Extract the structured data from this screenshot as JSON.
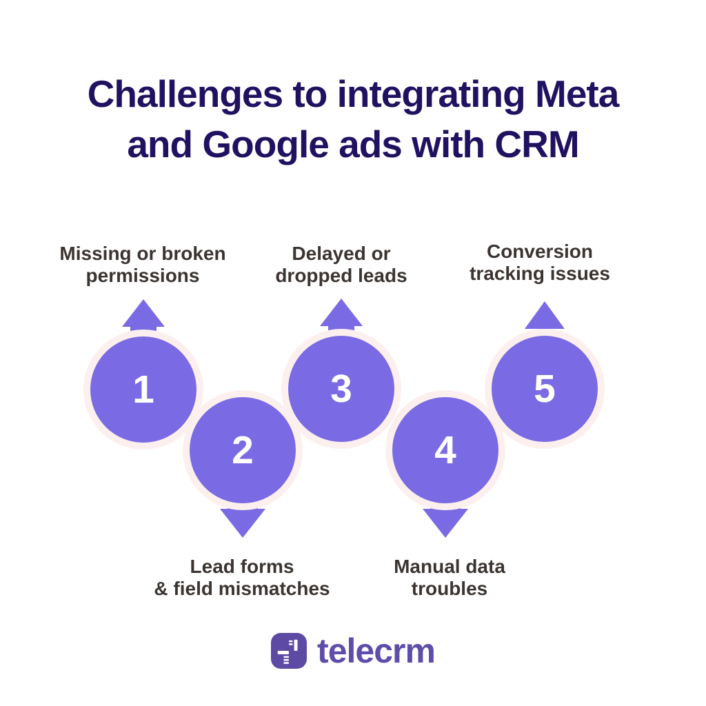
{
  "title": {
    "line1": "Challenges to integrating Meta",
    "line2": "and Google ads with CRM"
  },
  "items": [
    {
      "number": "1",
      "label_line1": "Missing or broken",
      "label_line2": "permissions",
      "arrow": "up"
    },
    {
      "number": "2",
      "label_line1": "Lead forms",
      "label_line2": "& field mismatches",
      "arrow": "down"
    },
    {
      "number": "3",
      "label_line1": "Delayed or",
      "label_line2": "dropped leads",
      "arrow": "up"
    },
    {
      "number": "4",
      "label_line1": "Manual data",
      "label_line2": "troubles",
      "arrow": "down"
    },
    {
      "number": "5",
      "label_line1": "Conversion",
      "label_line2": "tracking issues",
      "arrow": "up"
    }
  ],
  "brand": {
    "name": "telecrm",
    "icon": "telecrm-logo-icon"
  },
  "colors": {
    "accent_purple": "#7a6ae4",
    "halo_pink": "#fcf0ee",
    "title_navy": "#211161",
    "label_gray": "#3b3431",
    "brand_purple": "#5f4dab",
    "brand_icon_bg": "#5d4aa4"
  }
}
